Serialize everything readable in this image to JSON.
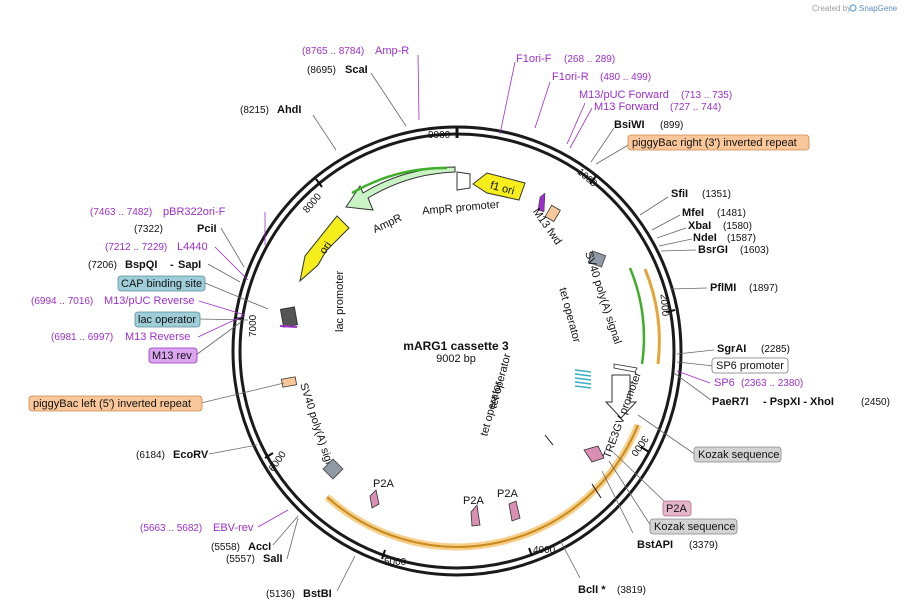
{
  "credit": {
    "text": "Created by",
    "brand": "SnapGene"
  },
  "map": {
    "title": "mARG1 cassette 3",
    "length": "9002 bp"
  },
  "ticks": [
    "1000",
    "2000",
    "3000",
    "4000",
    "5000",
    "6000",
    "7000",
    "8000",
    "9000"
  ],
  "sites": [
    {
      "name": "ScaI",
      "pos": "(8695)"
    },
    {
      "name": "AhdI",
      "pos": "(8215)"
    },
    {
      "name": "PciI",
      "pos": "(7322)"
    },
    {
      "name": "BspQI",
      "sep": "-",
      "name2": "SapI",
      "pos": "(7206)"
    },
    {
      "name": "EcoRV",
      "pos": "(6184)"
    },
    {
      "name": "AccI",
      "pos": "(5558)"
    },
    {
      "name": "SalI",
      "pos": "(5557)"
    },
    {
      "name": "BstBI",
      "pos": "(5136)"
    },
    {
      "name": "BclI *",
      "pos": "(3819)"
    },
    {
      "name": "BstAPI",
      "pos": "(3379)"
    },
    {
      "name": "BsiWI",
      "pos": "(899)"
    },
    {
      "name": "SfiI",
      "pos": "(1351)"
    },
    {
      "name": "MfeI",
      "pos": "(1481)"
    },
    {
      "name": "XbaI",
      "pos": "(1580)"
    },
    {
      "name": "NdeI",
      "pos": "(1587)"
    },
    {
      "name": "BsrGI",
      "pos": "(1603)"
    },
    {
      "name": "PflMI",
      "pos": "(1897)"
    },
    {
      "name": "SgrAI",
      "pos": "(2285)"
    },
    {
      "name": "PaeR7I",
      "sep": "- PspXI  - XhoI",
      "pos": "(2450)"
    }
  ],
  "primers": [
    {
      "name": "Amp-R",
      "range": "(8765 .. 8784)"
    },
    {
      "name": "F1ori-F",
      "range": "(268 .. 289)"
    },
    {
      "name": "F1ori-R",
      "range": "(480 .. 499)"
    },
    {
      "name": "M13/pUC Forward",
      "range": "(713 .. 735)"
    },
    {
      "name": "M13 Forward",
      "range": "(727 .. 744)"
    },
    {
      "name": "pBR322ori-F",
      "range": "(7463 .. 7482)"
    },
    {
      "name": "L4440",
      "range": "(7212 .. 7229)"
    },
    {
      "name": "M13/pUC Reverse",
      "range": "(6994 .. 7016)"
    },
    {
      "name": "M13 Reverse",
      "range": "(6981 .. 6997)"
    },
    {
      "name": "SP6",
      "range": "(2363 .. 2380)"
    },
    {
      "name": "EBV-rev",
      "range": "(5663 .. 5682)"
    }
  ],
  "boxed": {
    "piggybac_right": "piggyBac right (3') inverted repeat",
    "piggybac_left": "piggyBac left (5') inverted repeat",
    "cap": "CAP binding site",
    "lac_operator": "lac operator",
    "m13_rev": "M13 rev",
    "sp6_promoter": "SP6 promoter",
    "kozak1": "Kozak sequence",
    "kozak2": "Kozak sequence",
    "p2a_box": "P2A"
  },
  "features": {
    "f1ori": "f1 ori",
    "ampr_promoter": "AmpR promoter",
    "ampr": "AmpR",
    "ori": "ori",
    "m13fwd": "M13 fwd",
    "sv40_1": "SV40 poly(A) signal",
    "sv40_2": "SV40 poly(A) signal",
    "tet1": "tet operator",
    "tet2": "tet operator",
    "tet3": "tet operator",
    "tre3gv": "TRE3GV promoter",
    "lac_promoter": "lac promoter",
    "p2a_1": "P2A",
    "p2a_2": "P2A",
    "p2a_3": "P2A"
  },
  "colors": {
    "backbone": "#1a1a1a",
    "primer": "#9b30c9",
    "orange_box": "#f9c79a",
    "blue_box": "#9fcdd8",
    "gray_box": "#d3d3d3",
    "pink_box": "#e4b6c9",
    "purple_box": "#d9a6ef",
    "yellow": "#f5ee1a",
    "green": "#c9f3c4",
    "orange_arc": "#e5a43a",
    "green_arc": "#3fae2a"
  }
}
